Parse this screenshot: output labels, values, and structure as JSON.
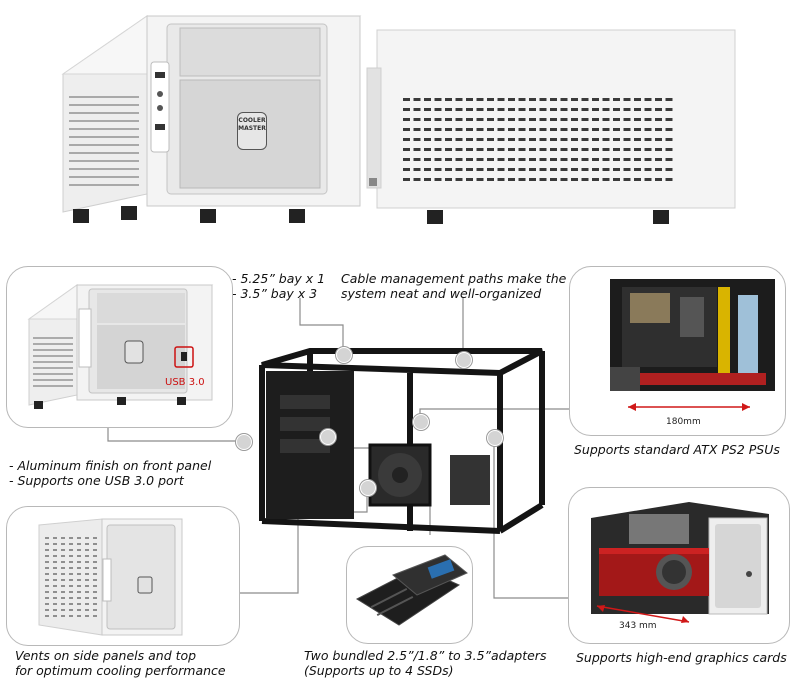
{
  "hero": {
    "logo_text": "COOLER MASTER"
  },
  "callouts": {
    "bays": [
      "- 5.25” bay x 1",
      "- 3.5” bay x 3"
    ],
    "cable": [
      "Cable management paths make the",
      "system neat and well-organized"
    ],
    "front_panel": [
      "- Aluminum finish on front panel",
      "- Supports one USB 3.0 port"
    ],
    "vents": [
      "Vents on side panels and top",
      "for optimum cooling performance"
    ],
    "adapters": [
      "Two bundled 2.5”/1.8” to 3.5”adapters",
      "(Supports up to 4 SSDs)"
    ],
    "psu": "Supports standard ATX PS2 PSUs",
    "gpu": "Supports high-end graphics cards"
  },
  "labels": {
    "usb": "USB 3.0",
    "psu_length": "180mm",
    "gpu_length": "343 mm"
  },
  "colors": {
    "usb_highlight": "#cc1111",
    "measure_arrow": "#d01818",
    "leader_line": "#8a8a8a",
    "panel_border": "#b8b8b8"
  }
}
